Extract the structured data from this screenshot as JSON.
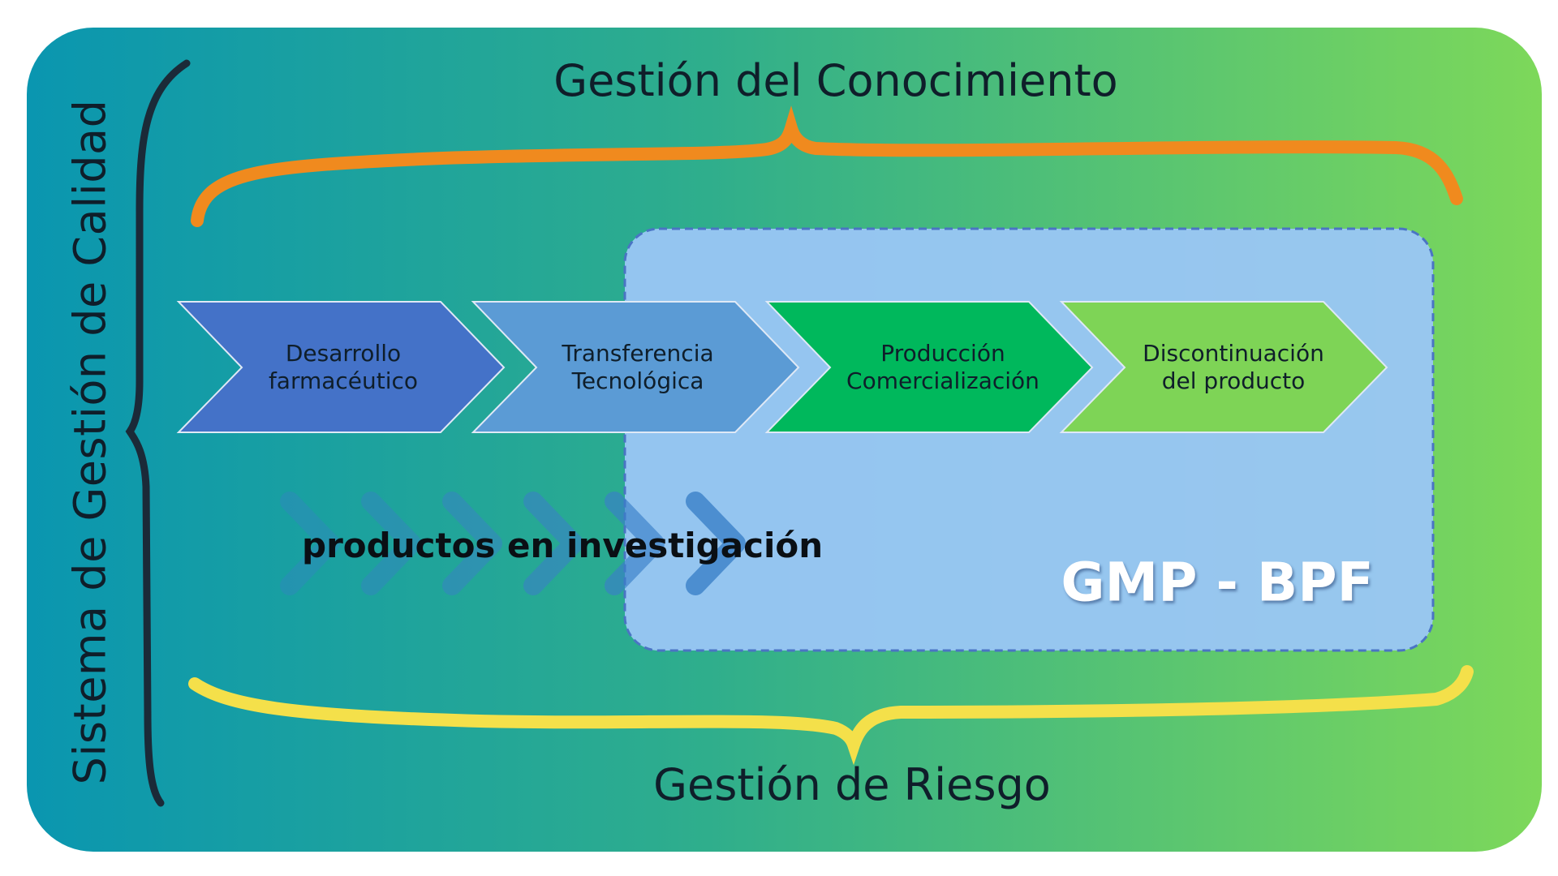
{
  "colors": {
    "panel_start": "#0a96b0",
    "panel_mid": "#2fae8c",
    "panel_end": "#7dd85a",
    "knowledge_brace": "#f08a1e",
    "risk_brace": "#f4e04a",
    "quality_brace": "#1b2a38",
    "gmp_zone_fill": "#9ac6f5",
    "gmp_zone_border": "#4a74c4",
    "step1": "#4472c8",
    "step2": "#5b9bd5",
    "step3": "#00b85c",
    "step4": "#7ed456",
    "investigation_chevrons": "#3a7fc8"
  },
  "quality_system": {
    "label": "Sistema de Gestión de Calidad"
  },
  "knowledge": {
    "label": "Gestión del Conocimiento"
  },
  "risk": {
    "label": "Gestión de Riesgo"
  },
  "steps": [
    {
      "line1": "Desarrollo",
      "line2": "farmacéutico"
    },
    {
      "line1": "Transferencia",
      "line2": "Tecnológica"
    },
    {
      "line1": "Producción",
      "line2": "Comercialización"
    },
    {
      "line1": "Discontinuación",
      "line2": "del producto"
    }
  ],
  "investigation": {
    "label": "productos en investigación"
  },
  "gmp": {
    "label": "GMP - BPF"
  }
}
